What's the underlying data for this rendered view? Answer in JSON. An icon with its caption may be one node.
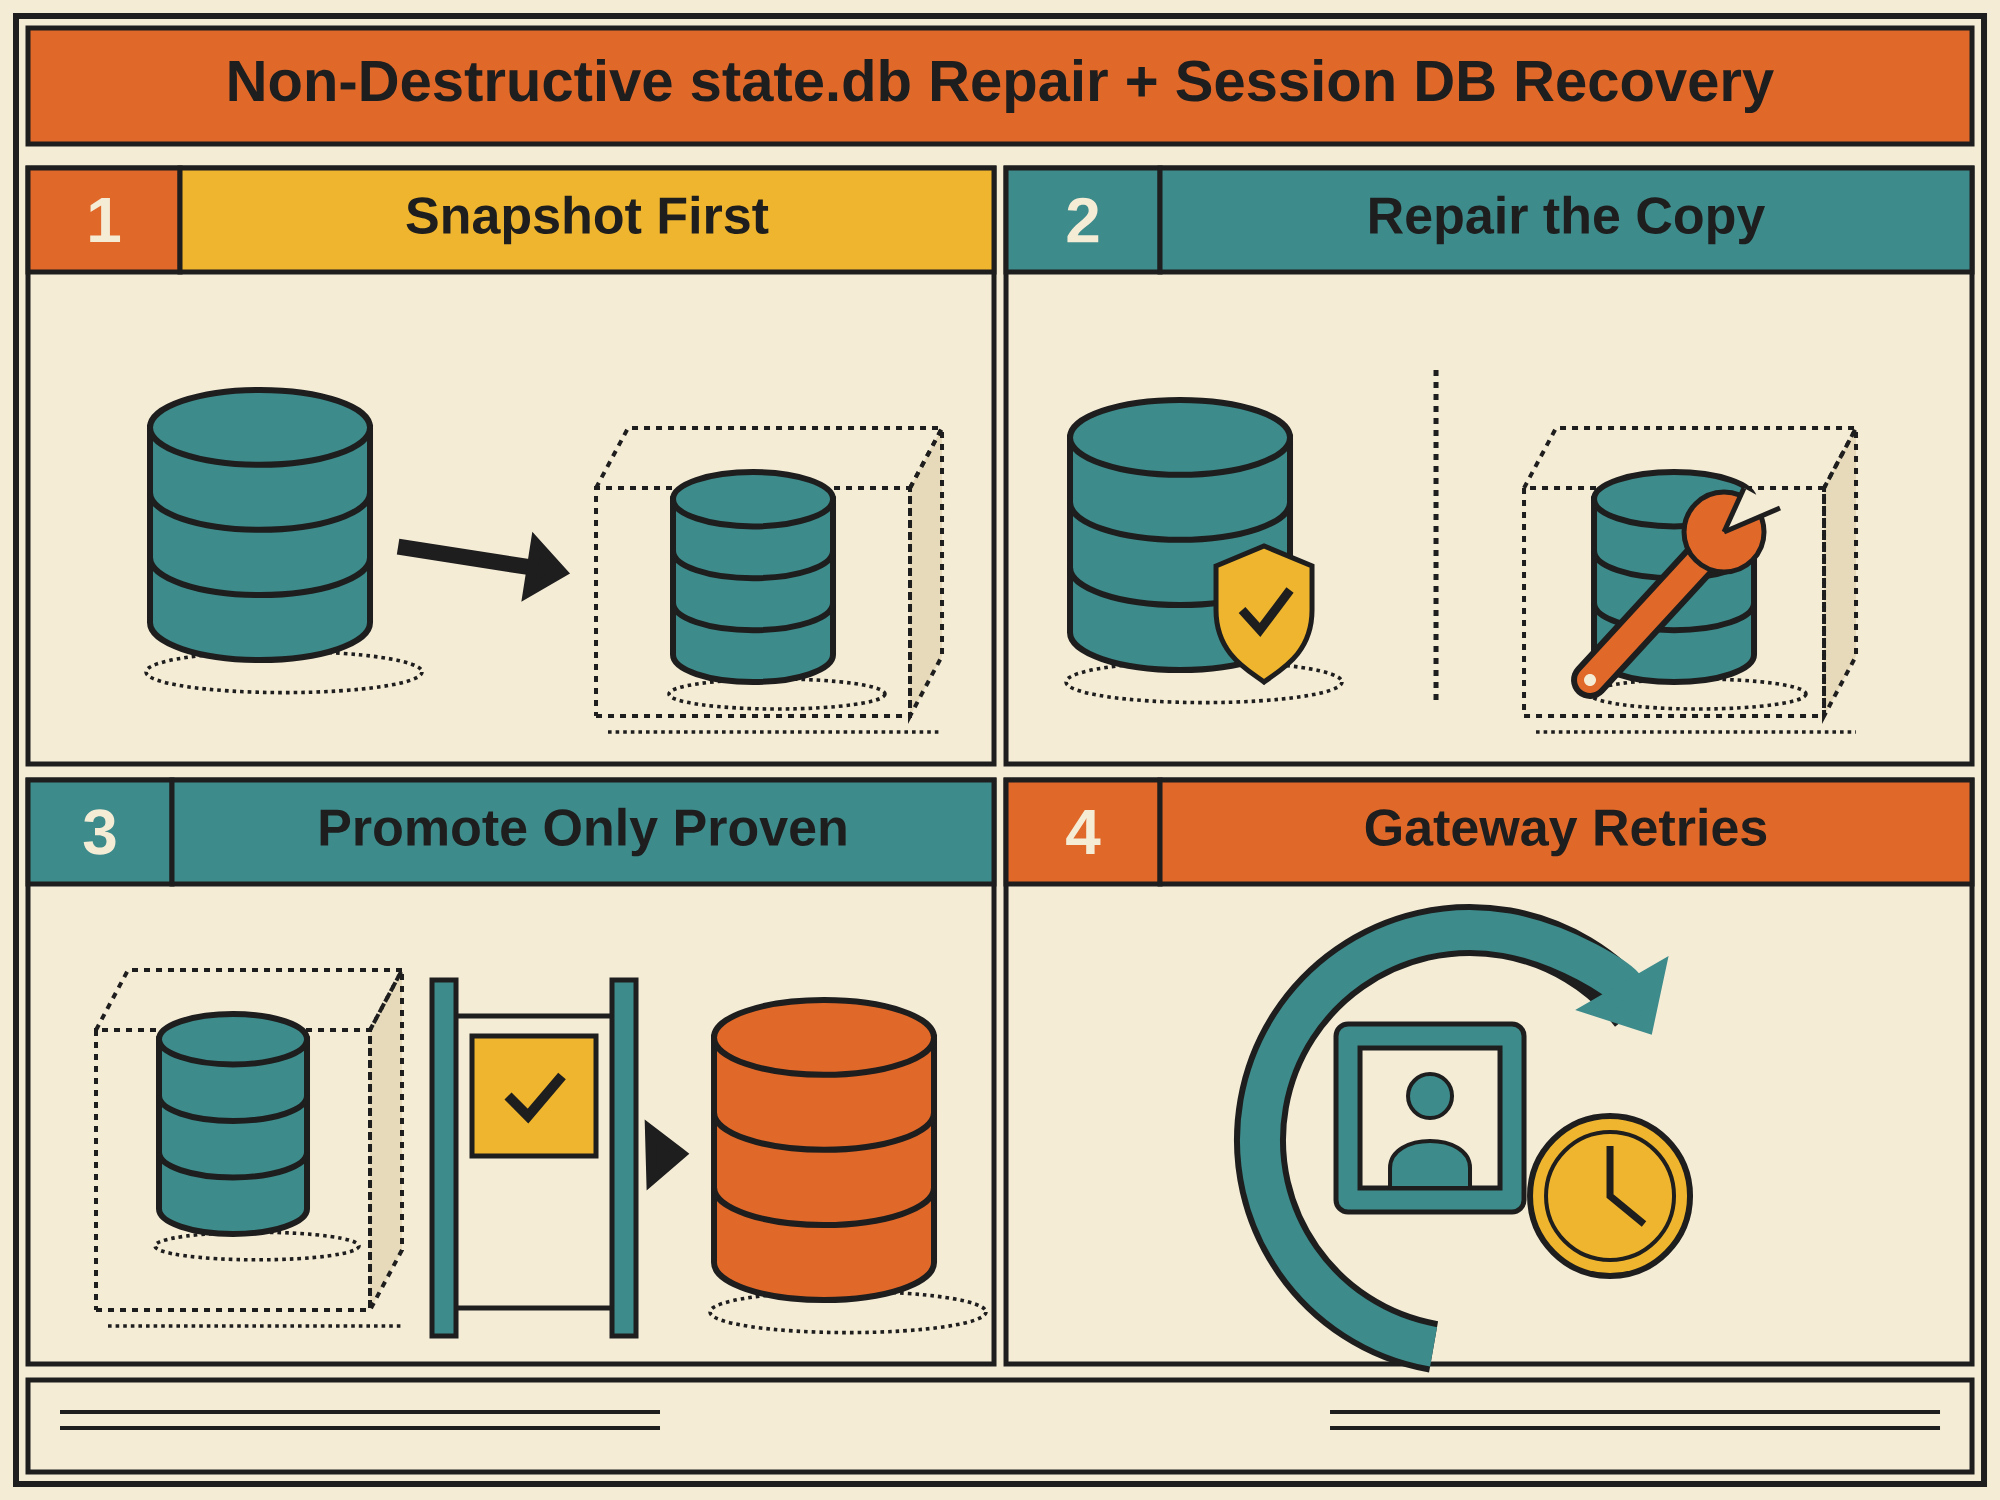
{
  "diagram": {
    "title": "Non-Destructive state.db Repair + Session DB Recovery",
    "nodes": [
      {
        "text": [
          "1"
        ]
      },
      {
        "text": [
          "Snapshot First"
        ]
      },
      {
        "text": [
          "2"
        ]
      },
      {
        "text": [
          "Repair the Copy"
        ]
      },
      {
        "text": [
          "3"
        ]
      },
      {
        "text": [
          "Promote Only Proven"
        ]
      },
      {
        "text": [
          "4"
        ]
      },
      {
        "text": [
          "Gateway Retries"
        ]
      },
      {
        "text": [],
        "shape": "cylinder"
      },
      {
        "text": [],
        "shape": "box"
      },
      {
        "text": [],
        "shape": "cylinder",
        "in": 9
      },
      {
        "text": [],
        "shape": "box"
      },
      {
        "text": [],
        "shape": "cylinder",
        "in": 11
      },
      {
        "text": [],
        "shape": "gate"
      },
      {
        "text": [],
        "shape": "cylinder"
      },
      {
        "text": [],
        "shape": "cylinder"
      },
      {
        "text": [],
        "shape": "box"
      },
      {
        "text": [],
        "shape": "cylinder",
        "in": 16
      },
      {
        "text": [],
        "shape": "picture"
      }
    ],
    "edges": [
      {
        "from": 8,
        "to": 9,
        "arrow": "to"
      },
      {
        "from": 13,
        "to": 14,
        "arrow": "to"
      }
    ]
  }
}
